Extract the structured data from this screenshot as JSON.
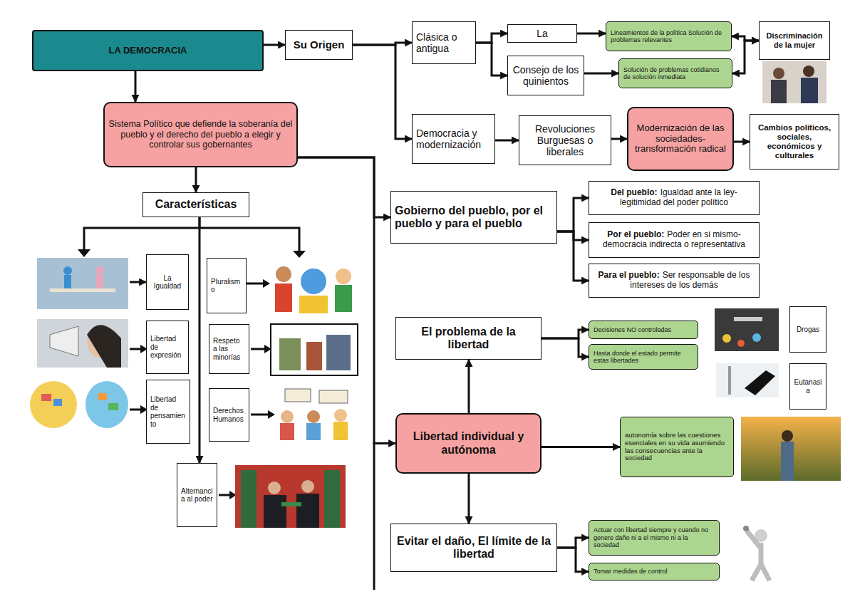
{
  "diagram": {
    "nodes": [
      {
        "text": [
          "LA DEMOCRACIA"
        ]
      },
      {
        "text": [
          "Su Origen"
        ]
      },
      {
        "text": [
          "Clásica o antigua"
        ]
      },
      {
        "text": [
          "La"
        ]
      },
      {
        "text": [
          "Lineamientos de la política Solución de problemas relevantes"
        ]
      },
      {
        "text": [
          "Consejo de los quinientos"
        ]
      },
      {
        "text": [
          "Solución de problemas cotidianos de solución inmediata"
        ]
      },
      {
        "text": [
          "Discriminación de la mujer"
        ]
      },
      {
        "text": [
          "Democracia y modernización"
        ]
      },
      {
        "text": [
          "Revoluciones Burguesas o liberales"
        ]
      },
      {
        "text": [
          "Modernización de las sociedades- transformación radical"
        ]
      },
      {
        "text": [
          "Cambios políticos, sociales, económicos y culturales"
        ]
      },
      {
        "text": [
          "Sistema Político que defiende la soberanía del pueblo y el derecho del pueblo a elegir y controlar sus gobernantes"
        ]
      },
      {
        "text": [
          "Características"
        ]
      },
      {
        "text": [
          "Gobierno del pueblo, por el pueblo y para el pueblo"
        ]
      },
      {
        "text": [
          "Del pueblo:",
          "Igualdad ante la ley- legitimidad del poder político"
        ]
      },
      {
        "text": [
          "Por el pueblo:",
          "Poder en si mismo- democracia indirecta o representativa"
        ]
      },
      {
        "text": [
          "Para el pueblo:",
          "Ser responsable de los intereses de los demás"
        ]
      },
      {
        "text": [
          "La Igualdad"
        ]
      },
      {
        "text": [
          "Pluralismo"
        ]
      },
      {
        "text": [
          "Libertad de expresión"
        ]
      },
      {
        "text": [
          "Respeto a las minorías"
        ]
      },
      {
        "text": [
          "Libertad de pensamiento"
        ]
      },
      {
        "text": [
          "Derechos Humanos"
        ]
      },
      {
        "text": [
          "Alternancia al poder"
        ]
      },
      {
        "text": [
          "El problema de la libertad"
        ]
      },
      {
        "text": [
          "Decisiones NO controladas"
        ]
      },
      {
        "text": [
          "Hasta donde el estado permite estas libertades"
        ]
      },
      {
        "text": [
          "Drogas"
        ]
      },
      {
        "text": [
          "Eutanasia"
        ]
      },
      {
        "text": [
          "Libertad individual y autónoma"
        ]
      },
      {
        "text": [
          "autonomía sobre las cuestiones esenciales en su vida asumiendo las consecuencias ante la sociedad"
        ]
      },
      {
        "text": [
          "Evitar el daño, El límite de la libertad"
        ]
      },
      {
        "text": [
          "Actuar con libertad siempre y cuando no genere daño ni a el mismo ni a la sociedad"
        ]
      },
      {
        "text": [
          "Tomar medidas de control"
        ]
      }
    ],
    "edges": [
      {
        "from": 0,
        "to": 1,
        "arrow": "to"
      },
      {
        "from": 1,
        "to": 2,
        "arrow": "to"
      },
      {
        "from": 1,
        "to": 8,
        "arrow": "to"
      },
      {
        "from": 2,
        "to": 3,
        "arrow": "to"
      },
      {
        "from": 2,
        "to": 5,
        "arrow": "to"
      },
      {
        "from": 3,
        "to": 4,
        "arrow": "to"
      },
      {
        "from": 5,
        "to": 6,
        "arrow": "to"
      },
      {
        "from": 4,
        "to": 7,
        "arrow": "both"
      },
      {
        "from": 6,
        "to": 7,
        "arrow": "both"
      },
      {
        "from": 8,
        "to": 9,
        "arrow": "to"
      },
      {
        "from": 9,
        "to": 10,
        "arrow": "to"
      },
      {
        "from": 10,
        "to": 11,
        "arrow": "to"
      },
      {
        "from": 0,
        "to": 12,
        "arrow": "to"
      },
      {
        "from": 12,
        "to": 13,
        "arrow": "to"
      },
      {
        "from": 12,
        "to": 14,
        "arrow": "to"
      },
      {
        "from": 12,
        "to": 30,
        "arrow": "to"
      },
      {
        "from": 13,
        "to": 18,
        "arrow": "to"
      },
      {
        "from": 13,
        "to": 24,
        "arrow": "to"
      },
      {
        "from": 14,
        "to": 15,
        "arrow": "to"
      },
      {
        "from": 14,
        "to": 16,
        "arrow": "to"
      },
      {
        "from": 14,
        "to": 17,
        "arrow": "to"
      },
      {
        "from": 30,
        "to": 25,
        "arrow": "to"
      },
      {
        "from": 25,
        "to": 26,
        "arrow": "to"
      },
      {
        "from": 25,
        "to": 27,
        "arrow": "to"
      },
      {
        "from": 30,
        "to": 31,
        "arrow": "to"
      },
      {
        "from": 30,
        "to": 32,
        "arrow": "to"
      },
      {
        "from": 32,
        "to": 33,
        "arrow": "to"
      },
      {
        "from": 32,
        "to": 34,
        "arrow": "to"
      }
    ]
  }
}
